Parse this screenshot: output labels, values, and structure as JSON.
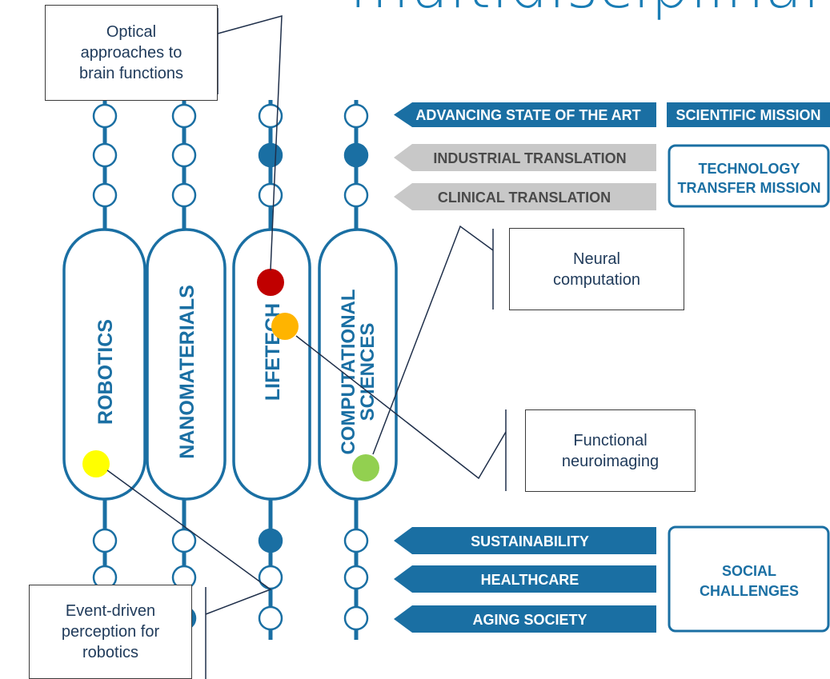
{
  "title": "multidisciplinar",
  "pillars": [
    {
      "label": "ROBOTICS"
    },
    {
      "label": "NANOMATERIALS"
    },
    {
      "label": "LIFETECH"
    },
    {
      "label_line1": "COMPUTATIONAL",
      "label_line2": "SCIENCES"
    }
  ],
  "missions": {
    "advancing": "ADVANCING STATE OF THE ART",
    "scientific": "SCIENTIFIC MISSION",
    "industrial": "INDUSTRIAL TRANSLATION",
    "clinical": "CLINICAL TRANSLATION",
    "tech_transfer_line1": "TECHNOLOGY",
    "tech_transfer_line2": "TRANSFER MISSION"
  },
  "challenges": {
    "sustainability": "SUSTAINABILITY",
    "healthcare": "HEALTHCARE",
    "aging": "AGING SOCIETY",
    "social_line1": "SOCIAL",
    "social_line2": "CHALLENGES"
  },
  "callouts": {
    "optical_line1": "Optical",
    "optical_line2": "approaches to",
    "optical_line3": "brain functions",
    "neural_line1": "Neural",
    "neural_line2": "computation",
    "functional_line1": "Functional",
    "functional_line2": "neuroimaging",
    "event_line1": "Event-driven",
    "event_line2": "perception for",
    "event_line3": "robotics"
  },
  "colors": {
    "blue": "#1a6fa3",
    "gray": "#c8c8c8",
    "red": "#c00000",
    "orange": "#ffb400",
    "green": "#92d050",
    "yellow": "#ffff00"
  }
}
